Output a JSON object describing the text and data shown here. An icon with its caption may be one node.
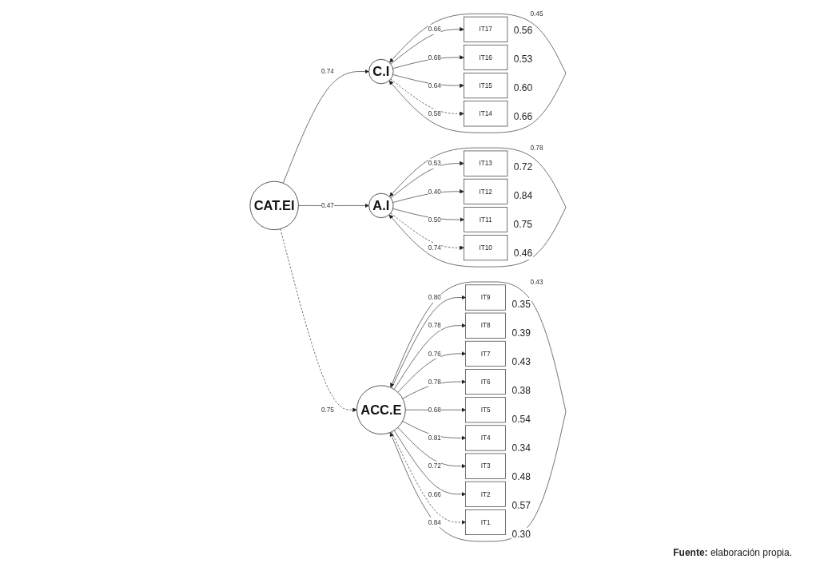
{
  "diagram": {
    "caption": "**Fuente:** elaboración propia.",
    "nodes": [
      {
        "text": [
          "CAT.EI"
        ]
      },
      {
        "text": [
          "C.I"
        ]
      },
      {
        "text": [
          "A.I"
        ]
      },
      {
        "text": [
          "ACC.E"
        ]
      },
      {
        "text": [
          "IT17"
        ],
        "beside": [
          "0.56"
        ]
      },
      {
        "text": [
          "IT16"
        ],
        "beside": [
          "0.53"
        ]
      },
      {
        "text": [
          "IT15"
        ],
        "beside": [
          "0.60"
        ]
      },
      {
        "text": [
          "IT14"
        ],
        "beside": [
          "0.66"
        ]
      },
      {
        "text": [
          "IT13"
        ],
        "beside": [
          "0.72"
        ]
      },
      {
        "text": [
          "IT12"
        ],
        "beside": [
          "0.84"
        ]
      },
      {
        "text": [
          "IT11"
        ],
        "beside": [
          "0.75"
        ]
      },
      {
        "text": [
          "IT10"
        ],
        "beside": [
          "0.46"
        ]
      },
      {
        "text": [
          "IT9"
        ],
        "beside": [
          "0.35"
        ]
      },
      {
        "text": [
          "IT8"
        ],
        "beside": [
          "0.39"
        ]
      },
      {
        "text": [
          "IT7"
        ],
        "beside": [
          "0.43"
        ]
      },
      {
        "text": [
          "IT6"
        ],
        "beside": [
          "0.38"
        ]
      },
      {
        "text": [
          "IT5"
        ],
        "beside": [
          "0.54"
        ]
      },
      {
        "text": [
          "IT4"
        ],
        "beside": [
          "0.34"
        ]
      },
      {
        "text": [
          "IT3"
        ],
        "beside": [
          "0.48"
        ]
      },
      {
        "text": [
          "IT2"
        ],
        "beside": [
          "0.57"
        ]
      },
      {
        "text": [
          "IT1"
        ],
        "beside": [
          "0.30"
        ]
      }
    ],
    "edges": [
      {
        "from": 0,
        "to": 1,
        "arrow": "to",
        "label": "0.74"
      },
      {
        "from": 0,
        "to": 2,
        "arrow": "to",
        "label": "0.47"
      },
      {
        "from": 0,
        "to": 3,
        "arrow": "to",
        "label": "0.75",
        "style": "dashed"
      },
      {
        "from": 1,
        "to": 1,
        "arrow": "both",
        "label": "0.45"
      },
      {
        "from": 2,
        "to": 2,
        "arrow": "both",
        "label": "0.78"
      },
      {
        "from": 3,
        "to": 3,
        "arrow": "both",
        "label": "0.43"
      },
      {
        "from": 1,
        "to": 4,
        "arrow": "to",
        "label": "0.66"
      },
      {
        "from": 1,
        "to": 5,
        "arrow": "to",
        "label": "0.68"
      },
      {
        "from": 1,
        "to": 6,
        "arrow": "to",
        "label": "0.64"
      },
      {
        "from": 1,
        "to": 7,
        "arrow": "to",
        "label": "0.58",
        "style": "dashed"
      },
      {
        "from": 2,
        "to": 8,
        "arrow": "to",
        "label": "0.53"
      },
      {
        "from": 2,
        "to": 9,
        "arrow": "to",
        "label": "0.40"
      },
      {
        "from": 2,
        "to": 10,
        "arrow": "to",
        "label": "0.50"
      },
      {
        "from": 2,
        "to": 11,
        "arrow": "to",
        "label": "0.74",
        "style": "dashed"
      },
      {
        "from": 3,
        "to": 12,
        "arrow": "to",
        "label": "0.80"
      },
      {
        "from": 3,
        "to": 13,
        "arrow": "to",
        "label": "0.78"
      },
      {
        "from": 3,
        "to": 14,
        "arrow": "to",
        "label": "0.76"
      },
      {
        "from": 3,
        "to": 15,
        "arrow": "to",
        "label": "0.78"
      },
      {
        "from": 3,
        "to": 16,
        "arrow": "to",
        "label": "0.68"
      },
      {
        "from": 3,
        "to": 17,
        "arrow": "to",
        "label": "0.81"
      },
      {
        "from": 3,
        "to": 18,
        "arrow": "to",
        "label": "0.72"
      },
      {
        "from": 3,
        "to": 19,
        "arrow": "to",
        "label": "0.66"
      },
      {
        "from": 3,
        "to": 20,
        "arrow": "to",
        "label": "0.84",
        "style": "dashed"
      }
    ]
  }
}
